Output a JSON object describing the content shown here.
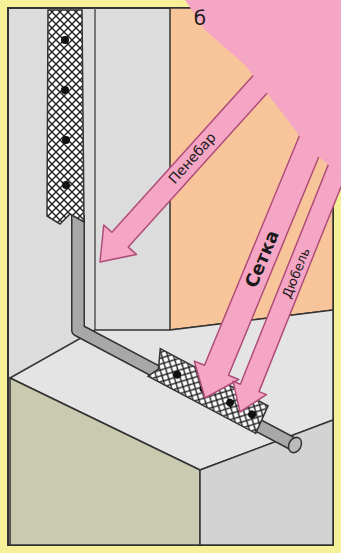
{
  "diagram": {
    "labels": [
      "б",
      "Пенебар",
      "Сетка",
      "Дюбель"
    ]
  }
}
